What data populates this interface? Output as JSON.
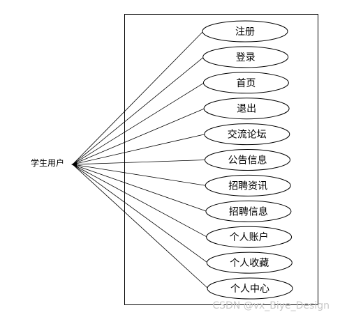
{
  "actor": {
    "label": "学生用户"
  },
  "use_cases": [
    "注册",
    "登录",
    "首页",
    "退出",
    "交流论坛",
    "公告信息",
    "招聘资讯",
    "招聘信息",
    "个人账户",
    "个人收藏",
    "个人中心"
  ],
  "watermark": "CSDN @vx_Biye_Design"
}
